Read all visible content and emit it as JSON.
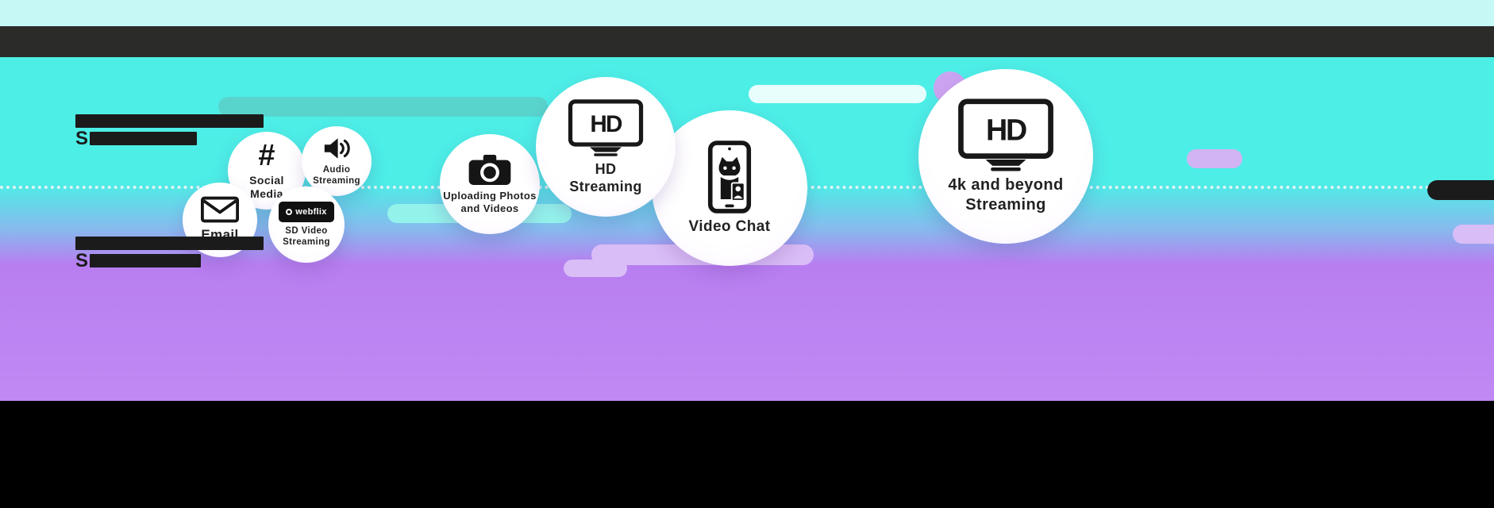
{
  "scene": {
    "colors": {
      "cyan_bg": "#4DEEE6",
      "purple_bg": "#C089F3",
      "top_strip": "#C6F9F6",
      "header_bar": "#2B2B29",
      "bottom_bar": "#000000",
      "ink": "#1B1B1B",
      "teal_pill": "#59D4CC",
      "light_cyan_pill": "#93F2EA",
      "white_pill": "#E7FEFC",
      "light_purple_pill": "#D9BDF6"
    }
  },
  "bubbles": [
    {
      "id": "email",
      "label": "Email",
      "icon": "envelope-icon"
    },
    {
      "id": "social-media",
      "label": "Social\nMedia",
      "icon": "hashtag-icon",
      "glyph": "#"
    },
    {
      "id": "audio-streaming",
      "label": "Audio\nStreaming",
      "icon": "speaker-icon"
    },
    {
      "id": "sd-video-streaming",
      "label": "SD Video\nStreaming",
      "icon": "webflix-badge",
      "logo_text": "webflix"
    },
    {
      "id": "uploading-photos",
      "label": "Uploading Photos\nand Videos",
      "icon": "camera-icon"
    },
    {
      "id": "hd-streaming",
      "label": "HD\nStreaming",
      "icon": "tv-hd-icon",
      "tv_text": "HD"
    },
    {
      "id": "video-chat",
      "label": "Video Chat",
      "icon": "phone-video-call-icon"
    },
    {
      "id": "4k-streaming",
      "label": "4k and beyond\nStreaming",
      "icon": "tv-hd-icon",
      "tv_text": "HD"
    }
  ],
  "redacted": {
    "top_prefix": "S",
    "bottom_prefix": "S"
  }
}
